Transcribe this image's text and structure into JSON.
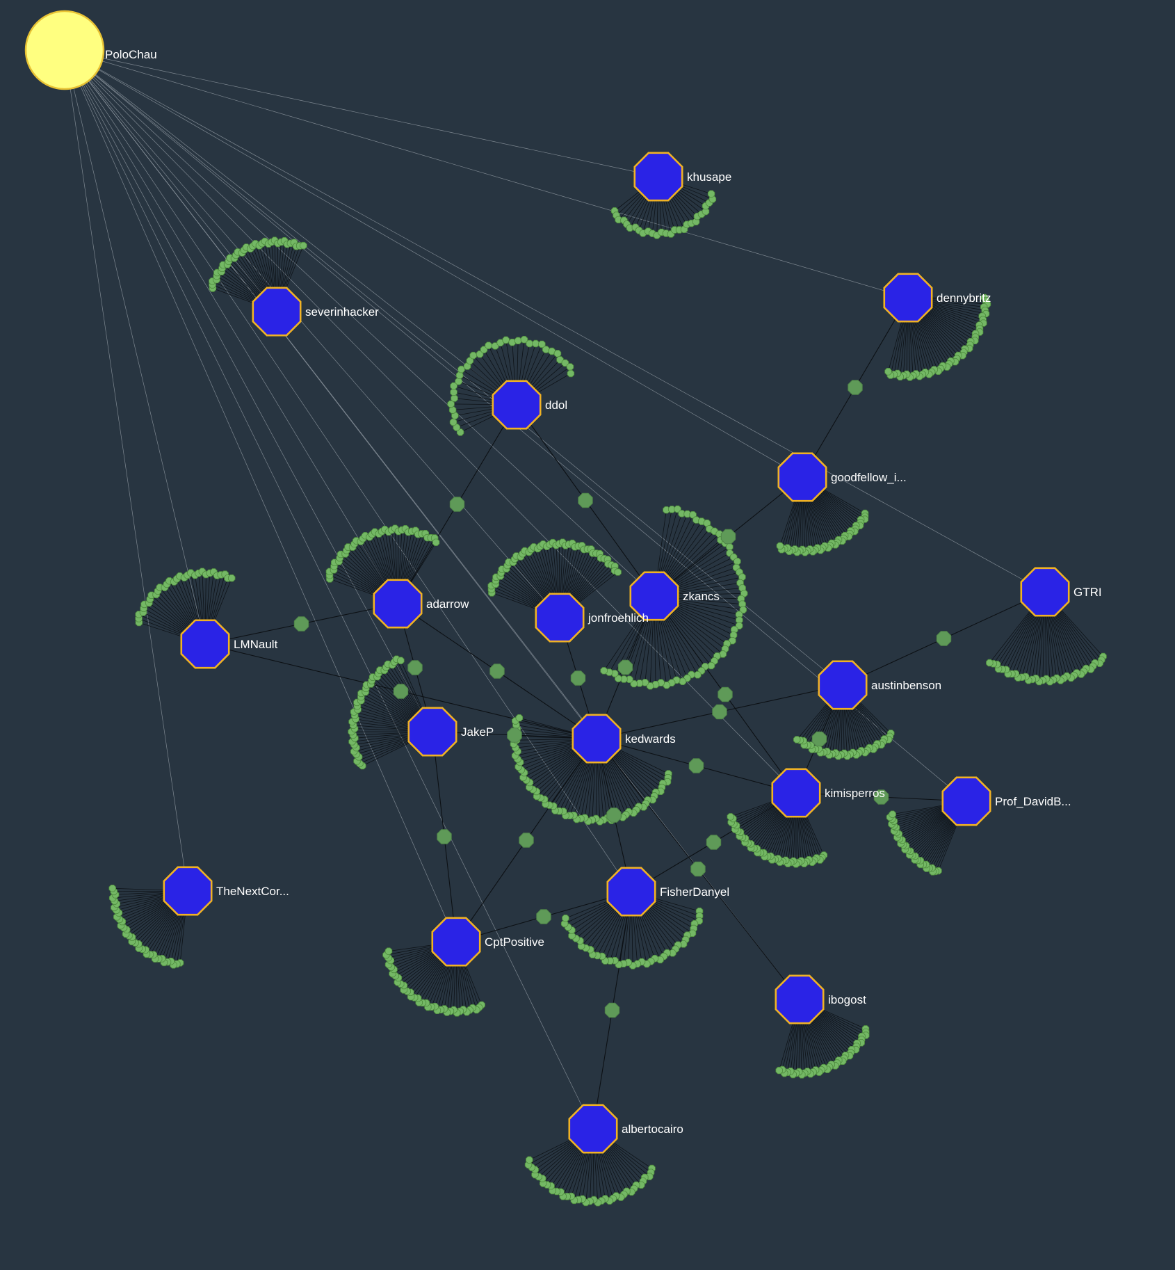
{
  "colors": {
    "background": "#283541",
    "root_fill": "#ffff80",
    "root_stroke": "#e8c234",
    "hub_fill": "#2a23e6",
    "hub_stroke": "#f0b225",
    "leaf_fill": "#74b865",
    "connector_fill": "#5f9a58",
    "edge_dark": "#0c1014",
    "edge_light": "#9aa3ab"
  },
  "root": {
    "id": "PoloChau",
    "label": "PoloChau"
  },
  "hubs": [
    {
      "id": "khusape",
      "label": "khusape",
      "leaves": 28
    },
    {
      "id": "dennybritz",
      "label": "dennybritz",
      "leaves": 46
    },
    {
      "id": "severinhacker",
      "label": "severinhacker",
      "leaves": 36
    },
    {
      "id": "ddol",
      "label": "ddol",
      "leaves": 34
    },
    {
      "id": "goodfellow_i",
      "label": "goodfellow_i...",
      "leaves": 40
    },
    {
      "id": "GTRI",
      "label": "GTRI",
      "leaves": 36
    },
    {
      "id": "zkancs",
      "label": "zkancs",
      "leaves": 60
    },
    {
      "id": "jonfroehlich",
      "label": "jonfroehlich",
      "leaves": 50
    },
    {
      "id": "adarrow",
      "label": "adarrow",
      "leaves": 40
    },
    {
      "id": "LMNault",
      "label": "LMNault",
      "leaves": 32
    },
    {
      "id": "austinbenson",
      "label": "austinbenson",
      "leaves": 36
    },
    {
      "id": "JakeP",
      "label": "JakeP",
      "leaves": 40
    },
    {
      "id": "kedwards",
      "label": "kedwards",
      "leaves": 64
    },
    {
      "id": "kimisperros",
      "label": "kimisperros",
      "leaves": 44
    },
    {
      "id": "Prof_DavidB",
      "label": "Prof_DavidB...",
      "leaves": 34
    },
    {
      "id": "TheNextCor",
      "label": "TheNextCor...",
      "leaves": 36
    },
    {
      "id": "FisherDanyel",
      "label": "FisherDanyel",
      "leaves": 40
    },
    {
      "id": "CptPositive",
      "label": "CptPositive",
      "leaves": 40
    },
    {
      "id": "ibogost",
      "label": "ibogost",
      "leaves": 38
    },
    {
      "id": "albertocairo",
      "label": "albertocairo",
      "leaves": 40
    }
  ],
  "root_links": [
    "khusape",
    "dennybritz",
    "severinhacker",
    "ddol",
    "goodfellow_i",
    "GTRI",
    "zkancs",
    "jonfroehlich",
    "adarrow",
    "LMNault",
    "austinbenson",
    "JakeP",
    "kedwards",
    "kimisperros",
    "Prof_DavidB",
    "TheNextCor",
    "FisherDanyel",
    "CptPositive",
    "ibogost",
    "albertocairo"
  ],
  "shared_links": [
    [
      "dennybritz",
      "goodfellow_i"
    ],
    [
      "ddol",
      "adarrow"
    ],
    [
      "ddol",
      "zkancs"
    ],
    [
      "goodfellow_i",
      "zkancs"
    ],
    [
      "GTRI",
      "austinbenson"
    ],
    [
      "LMNault",
      "adarrow"
    ],
    [
      "LMNault",
      "kedwards"
    ],
    [
      "adarrow",
      "JakeP"
    ],
    [
      "adarrow",
      "kedwards"
    ],
    [
      "jonfroehlich",
      "kedwards"
    ],
    [
      "zkancs",
      "kedwards"
    ],
    [
      "zkancs",
      "kimisperros"
    ],
    [
      "austinbenson",
      "kedwards"
    ],
    [
      "austinbenson",
      "kimisperros"
    ],
    [
      "kedwards",
      "kimisperros"
    ],
    [
      "kimisperros",
      "Prof_DavidB"
    ],
    [
      "kimisperros",
      "FisherDanyel"
    ],
    [
      "JakeP",
      "kedwards"
    ],
    [
      "JakeP",
      "CptPositive"
    ],
    [
      "kedwards",
      "CptPositive"
    ],
    [
      "kedwards",
      "FisherDanyel"
    ],
    [
      "kedwards",
      "ibogost"
    ],
    [
      "CptPositive",
      "FisherDanyel"
    ],
    [
      "FisherDanyel",
      "albertocairo"
    ]
  ]
}
